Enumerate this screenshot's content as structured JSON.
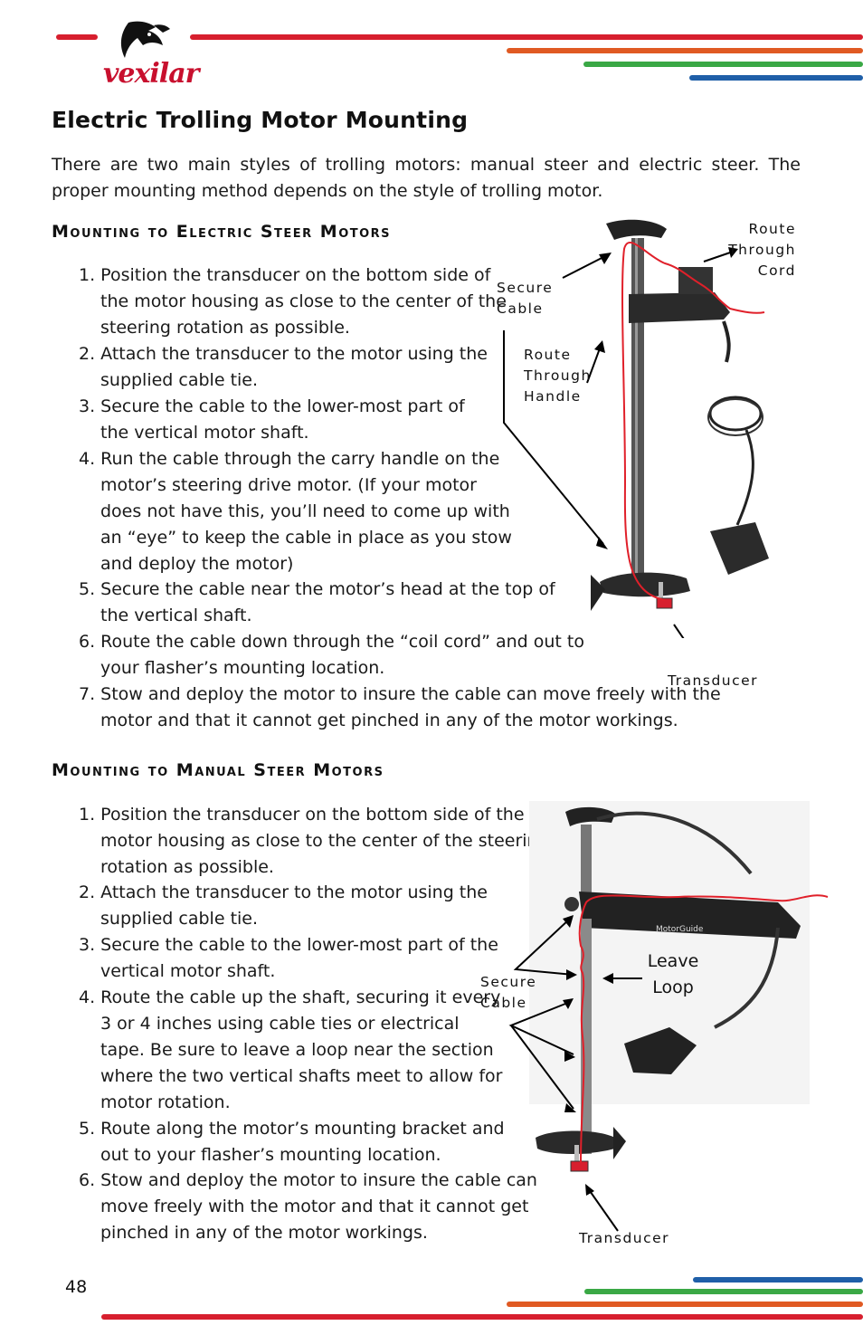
{
  "header": {
    "logo_text": "vexilar",
    "colors": {
      "red": "#d71f2e",
      "orange": "#e05a23",
      "green": "#3aa845",
      "blue": "#1f5fa8"
    }
  },
  "page": {
    "title": "Electric Trolling Motor Mounting",
    "intro": "There are two main styles of trolling motors: manual steer and electric steer. The proper mounting method depends on the style of trolling motor."
  },
  "electric": {
    "heading": "Mounting to Electric Steer Motors",
    "steps": [
      "1. Position the transducer on the bottom side of the motor housing as close to the center of the steering rotation as possible.",
      "2. Attach the transducer to the motor using the supplied cable tie.",
      "3. Secure the cable to the lower-most part of the vertical motor shaft.",
      "4. Run the cable through the carry handle on the motor’s steering drive motor. (If your motor does not have this, you’ll need to come up with an “eye” to keep the cable in place as you stow and deploy the motor)",
      "5. Secure the cable near the motor’s head at the top of the vertical shaft.",
      "6. Route the cable down through the “coil cord” and out to your flasher’s mounting location.",
      "7. Stow and deploy the motor to insure the cable can move freely with the motor and that it cannot get pinched in any of the motor workings."
    ],
    "labels": {
      "route_cord_1": "Route",
      "route_cord_2": "Through",
      "route_cord_3": "Cord",
      "secure_1": "Secure",
      "secure_2": "Cable",
      "route_handle_1": "Route",
      "route_handle_2": "Through",
      "route_handle_3": "Handle",
      "transducer": "Transducer"
    }
  },
  "manual": {
    "heading": "Mounting to Manual Steer Motors",
    "steps": [
      "1. Position the transducer on the bottom side of the motor housing as close to the center of the steering rotation as possible.",
      "2. Attach the transducer to the motor using the supplied cable tie.",
      "3. Secure the cable to the lower-most part of the vertical motor shaft.",
      "4. Route the cable up the shaft, securing it every 3 or 4 inches using cable ties or electrical tape. Be sure to leave a loop near the section where the two vertical shafts meet to allow for motor rotation.",
      "5. Route along the motor’s mounting bracket and out to your flasher’s mounting location.",
      "6. Stow and deploy the motor to insure the cable can move freely with the motor and that it cannot get pinched in any of the motor workings."
    ],
    "labels": {
      "leave_1": "Leave",
      "leave_2": "Loop",
      "secure_1": "Secure",
      "secure_2": "Cable",
      "transducer": "Transducer",
      "brand": "MotorGuide"
    }
  },
  "footer": {
    "page_number": "48"
  }
}
